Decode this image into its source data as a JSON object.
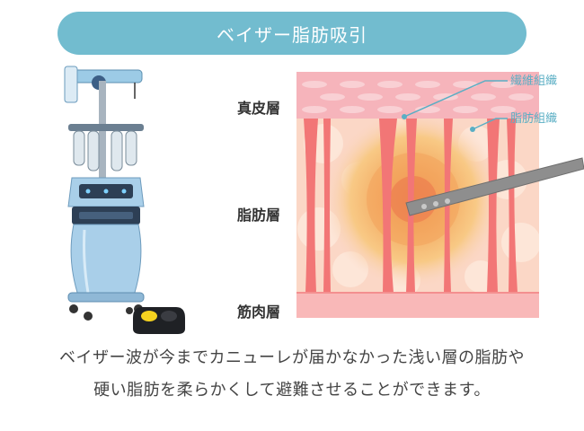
{
  "title": "ベイザー脂肪吸引",
  "layers": {
    "dermis": "真皮層",
    "fat": "脂肪層",
    "muscle": "筋肉層"
  },
  "callouts": {
    "fibrous": "繊維組織",
    "adipose": "脂肪組織"
  },
  "caption": {
    "line1": "ベイザー波が今までカニューレが届かなかった浅い層の脂肪や",
    "line2": "硬い脂肪を柔らかくして避難させることができます。"
  },
  "colors": {
    "pill": "#72bccf",
    "callout": "#5aaec4",
    "dermis": "#f6b4bb",
    "muscle": "#f9b8b8",
    "fat_bg": "#fbd7c6",
    "fibers": "#f27676"
  }
}
